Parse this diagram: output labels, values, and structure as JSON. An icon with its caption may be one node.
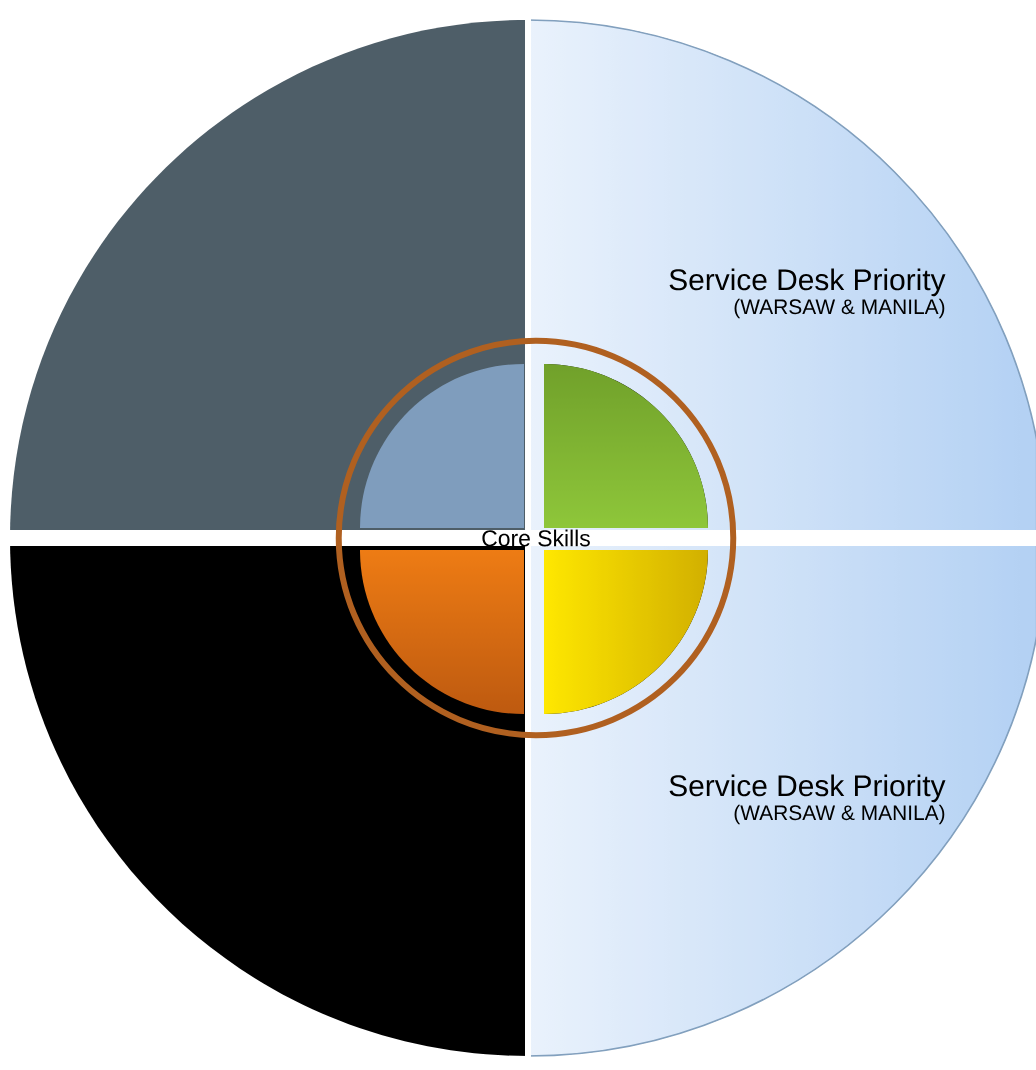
{
  "diagram": {
    "nodes": [
      {
        "text": [],
        "shape": "sector"
      },
      {
        "text": [
          "Service Desk Priority",
          "(WARSAW & MANILA)"
        ]
      },
      {
        "text": [
          "Core Skills"
        ]
      },
      {
        "text": [],
        "shape": "sector"
      },
      {
        "text": [],
        "shape": "sector"
      },
      {
        "text": [],
        "shape": "sector"
      },
      {
        "text": [],
        "shape": "sector"
      },
      {
        "text": [],
        "shape": "sector"
      },
      {
        "text": [
          "Service Desk Priority",
          "(WARSAW & MANILA)"
        ]
      }
    ]
  }
}
